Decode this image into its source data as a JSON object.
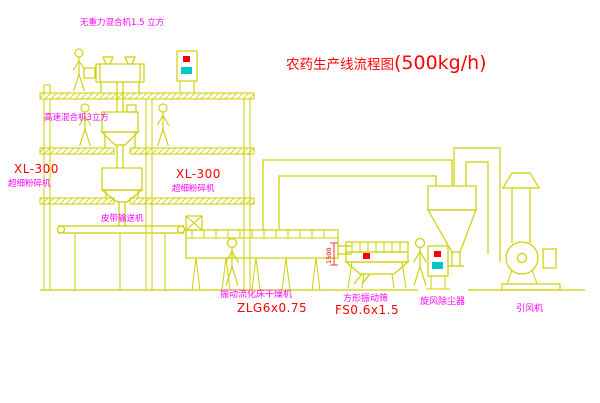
{
  "window": {
    "background": "#ffffff"
  },
  "title": {
    "text": "农药生产线流程图",
    "capacity": "(500kg/h)"
  },
  "equipment_labels": {
    "gravity_mixer": "无重力混合机1.5 立方",
    "high_speed_mixer": "高速混合机3立方",
    "mill_left": {
      "model": "XL-300",
      "name": "超细粉碎机"
    },
    "mill_right": {
      "model": "XL-300",
      "name": "超细粉碎机"
    },
    "belt_conveyor": "皮带输送机",
    "fluid_bed_dryer": {
      "name": "振动流化床干燥机",
      "model": "ZLG6x0.75"
    },
    "vibrating_screen": {
      "name": "方形振动筛",
      "model": "FS0.6x1.5",
      "dimension": "1500"
    },
    "cyclone": "旋风除尘器",
    "induced_draft_fan": "引风机"
  },
  "colors": {
    "line_yellow": "#cfcf00",
    "label_red": "#ff0000",
    "label_magenta": "#ff00ff",
    "cabinet_screen_cyan": "#00c8c8"
  }
}
